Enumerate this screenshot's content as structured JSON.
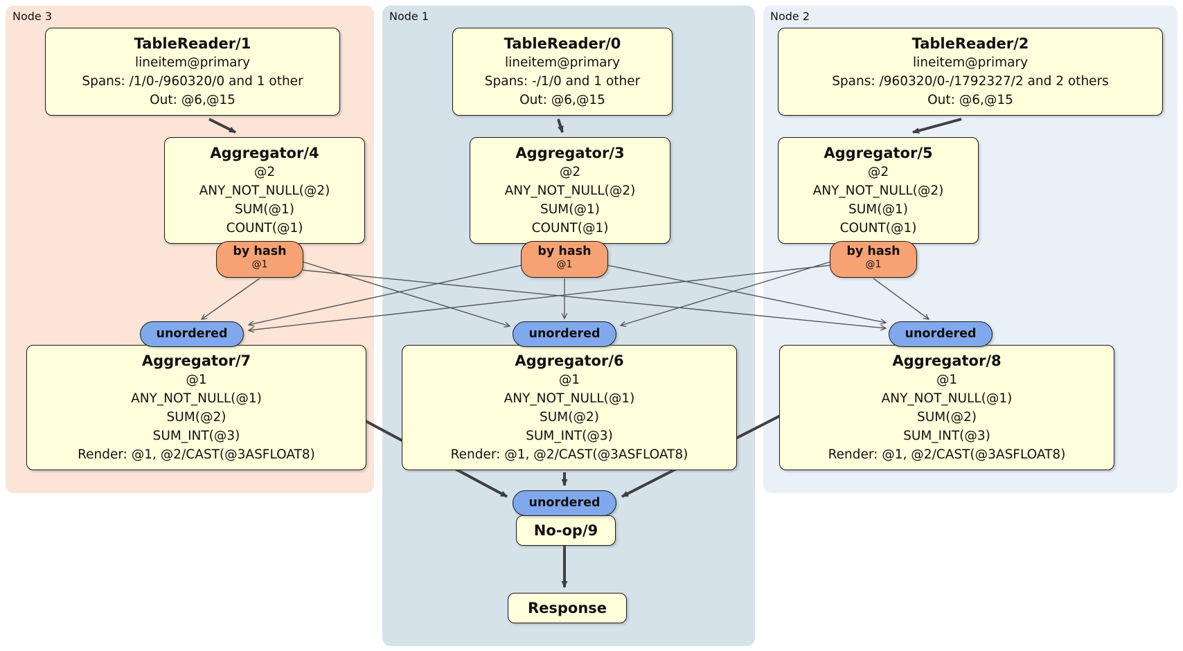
{
  "groups": {
    "node3": {
      "label": "Node 3"
    },
    "node1": {
      "label": "Node 1"
    },
    "node2": {
      "label": "Node 2"
    }
  },
  "processors": {
    "tablereader1": {
      "title": "TableReader/1",
      "lines": [
        "lineitem@primary",
        "Spans: /1/0-/960320/0 and 1 other",
        "Out: @6,@15"
      ]
    },
    "tablereader0": {
      "title": "TableReader/0",
      "lines": [
        "lineitem@primary",
        "Spans: -/1/0 and 1 other",
        "Out: @6,@15"
      ]
    },
    "tablereader2": {
      "title": "TableReader/2",
      "lines": [
        "lineitem@primary",
        "Spans: /960320/0-/1792327/2 and 2 others",
        "Out: @6,@15"
      ]
    },
    "aggregator4": {
      "title": "Aggregator/4",
      "lines": [
        "@2",
        "ANY_NOT_NULL(@2)",
        "SUM(@1)",
        "COUNT(@1)"
      ]
    },
    "aggregator3": {
      "title": "Aggregator/3",
      "lines": [
        "@2",
        "ANY_NOT_NULL(@2)",
        "SUM(@1)",
        "COUNT(@1)"
      ]
    },
    "aggregator5": {
      "title": "Aggregator/5",
      "lines": [
        "@2",
        "ANY_NOT_NULL(@2)",
        "SUM(@1)",
        "COUNT(@1)"
      ]
    },
    "aggregator7": {
      "title": "Aggregator/7",
      "lines": [
        "@1",
        "ANY_NOT_NULL(@1)",
        "SUM(@2)",
        "SUM_INT(@3)",
        "Render: @1, @2/CAST(@3ASFLOAT8)"
      ]
    },
    "aggregator6": {
      "title": "Aggregator/6",
      "lines": [
        "@1",
        "ANY_NOT_NULL(@1)",
        "SUM(@2)",
        "SUM_INT(@3)",
        "Render: @1, @2/CAST(@3ASFLOAT8)"
      ]
    },
    "aggregator8": {
      "title": "Aggregator/8",
      "lines": [
        "@1",
        "ANY_NOT_NULL(@1)",
        "SUM(@2)",
        "SUM_INT(@3)",
        "Render: @1, @2/CAST(@3ASFLOAT8)"
      ]
    },
    "noop9": {
      "title": "No-op/9"
    },
    "response": {
      "title": "Response"
    }
  },
  "badges": {
    "by_hash": {
      "label": "by hash",
      "detail": "@1"
    },
    "unordered": {
      "label": "unordered"
    }
  },
  "colors": {
    "node3_bg": "#fce4d7",
    "node1_bg": "#d5e2ea",
    "node2_bg": "#e9f0f8",
    "processor_bg": "#ffffdc",
    "by_hash_bg": "#f7a274",
    "unordered_bg": "#80a8ec",
    "edge": "#444444"
  }
}
